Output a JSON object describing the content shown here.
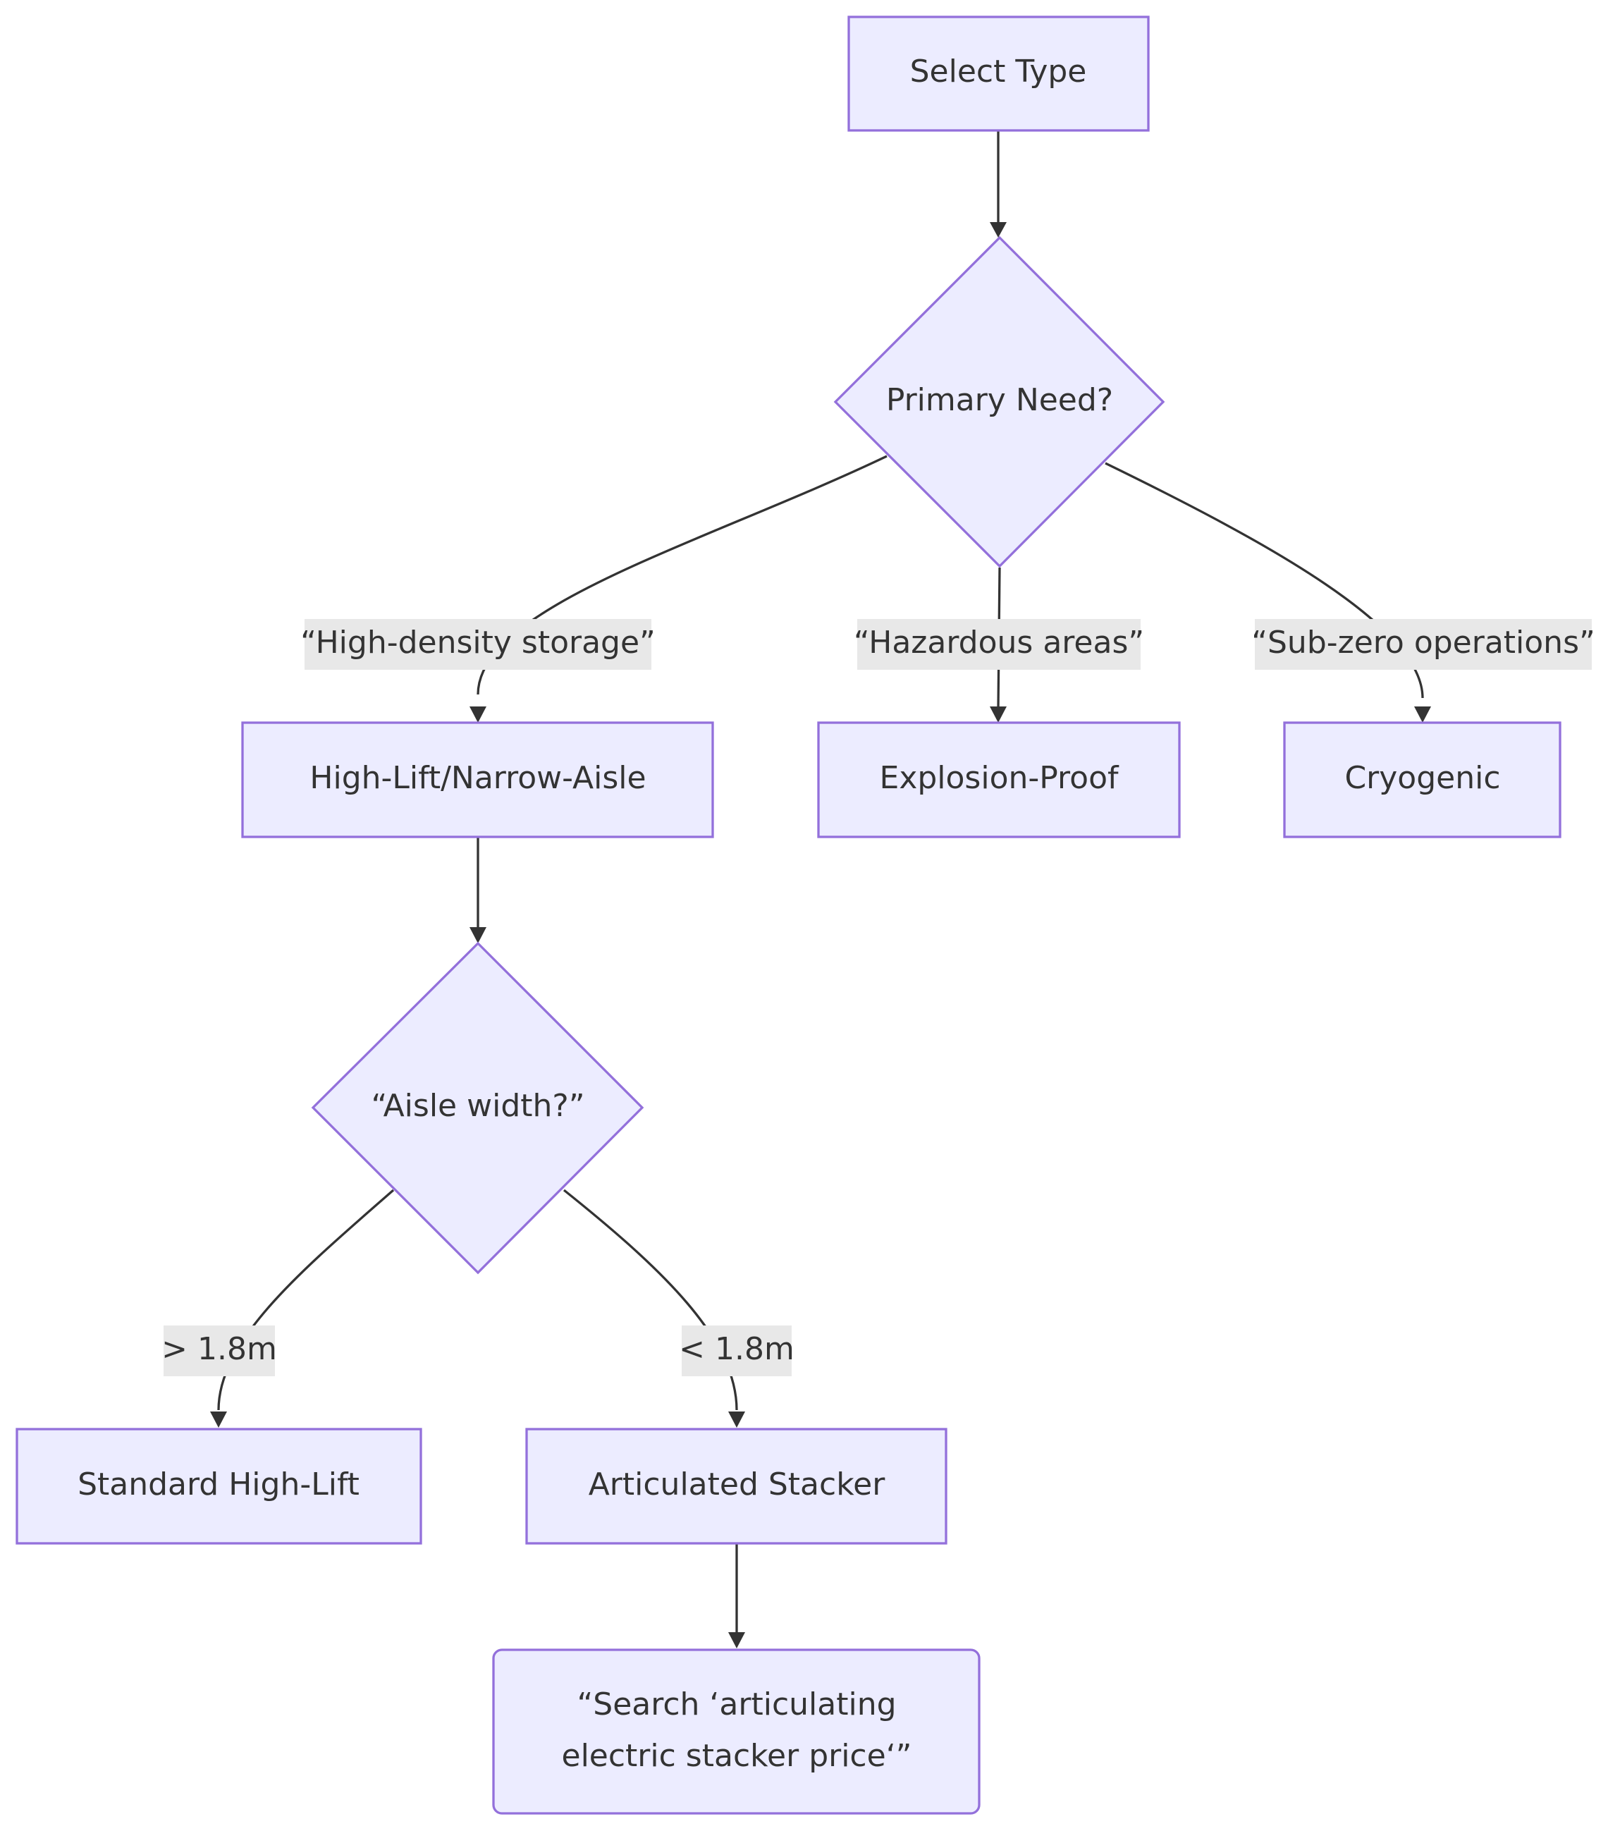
{
  "nodes": {
    "select_type": "Select Type",
    "primary_need": "Primary Need?",
    "high_lift_narrow_aisle": "High-Lift/Narrow-Aisle",
    "explosion_proof": "Explosion-Proof",
    "cryogenic": "Cryogenic",
    "aisle_width": "“Aisle width?”",
    "standard_high_lift": "Standard High-Lift",
    "articulated_stacker": "Articulated Stacker",
    "search_line1": "“Search ‘articulating",
    "search_line2": "electric stacker price‘”"
  },
  "edges": {
    "high_density": "“High-density storage”",
    "hazardous": "“Hazardous areas”",
    "sub_zero": "“Sub-zero operations”",
    "wide": "> 1.8m",
    "narrow": "< 1.8m"
  },
  "colors": {
    "node_fill": "#ececff",
    "node_stroke": "#9370db",
    "edge": "#333333",
    "label_bg": "#e8e8e8",
    "text": "#333333"
  }
}
